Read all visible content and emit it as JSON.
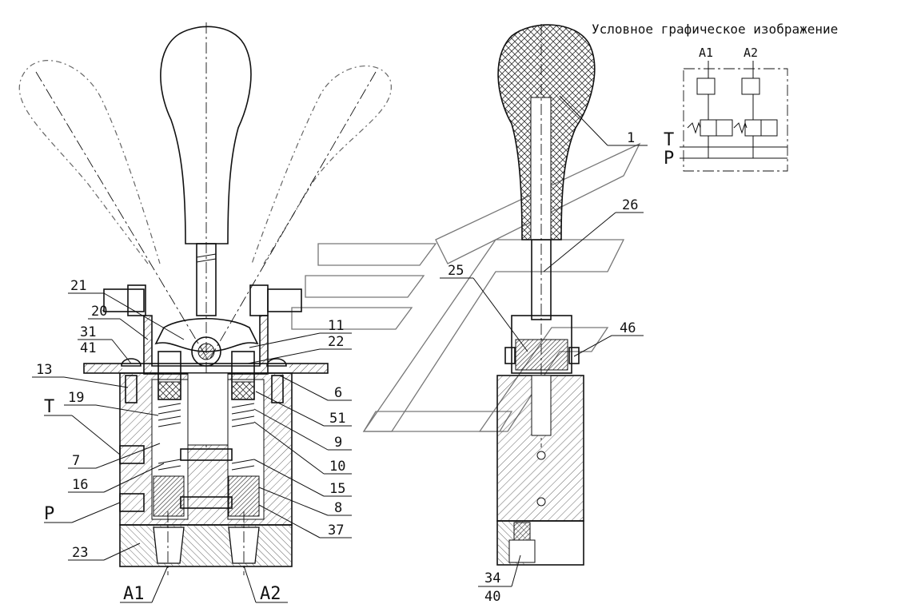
{
  "diagram_title": "Условное графическое изображение",
  "schematic": {
    "port_a1": "A1",
    "port_a2": "A2",
    "port_t": "T",
    "port_p": "P"
  },
  "front_view": {
    "ports": {
      "t": "T",
      "p": "P",
      "a1": "A1",
      "a2": "A2"
    },
    "callouts_left": [
      "21",
      "20",
      "31",
      "41",
      "13",
      "19",
      "7",
      "16",
      "23"
    ],
    "callouts_right": [
      "11",
      "22",
      "6",
      "51",
      "9",
      "10",
      "15",
      "8",
      "37"
    ]
  },
  "side_view": {
    "callouts": [
      "1",
      "26",
      "25",
      "46",
      "34",
      "40"
    ]
  }
}
